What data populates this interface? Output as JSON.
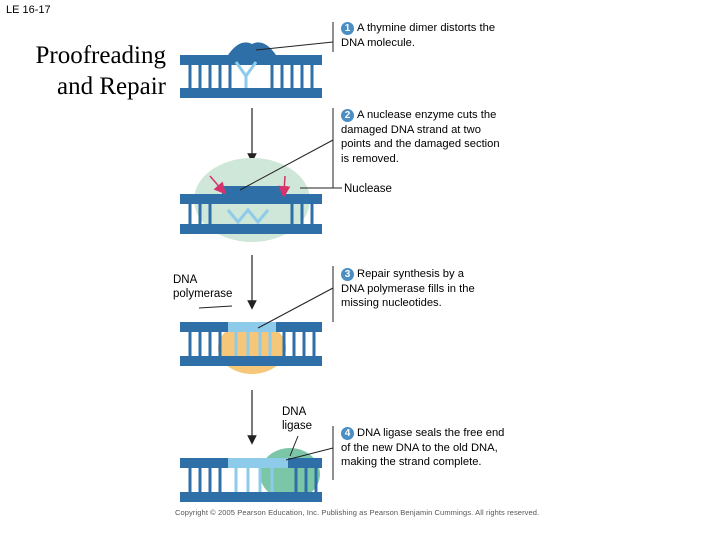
{
  "figure_label": "LE 16-17",
  "title_line1": "Proofreading",
  "title_line2": "and Repair",
  "steps": [
    {
      "number": "1",
      "text": "A thymine dimer distorts the DNA molecule."
    },
    {
      "number": "2",
      "text": "A nuclease enzyme cuts the damaged DNA strand at two points and the damaged section is removed."
    },
    {
      "number": "3",
      "text": "Repair synthesis by a DNA polymerase fills in the missing nucleotides."
    },
    {
      "number": "4",
      "text": "DNA ligase seals the free end of the new DNA to the old DNA, making the strand complete."
    }
  ],
  "labels": {
    "nuclease": "Nuclease",
    "dna_polymerase": "DNA polymerase",
    "dna_ligase": "DNA ligase"
  },
  "copyright": "Copyright © 2005 Pearson Education, Inc. Publishing as Pearson Benjamin Cummings. All rights reserved.",
  "colors": {
    "dna_blue": "#2f6fa8",
    "dna_light": "#8ecbea",
    "nuclease_green": "#cfe7d8",
    "polymerase_orange": "#f6c779",
    "ligase_green": "#7cc6a8",
    "number_badge": "#4a8ec4",
    "cut_arrow": "#d6336c"
  }
}
